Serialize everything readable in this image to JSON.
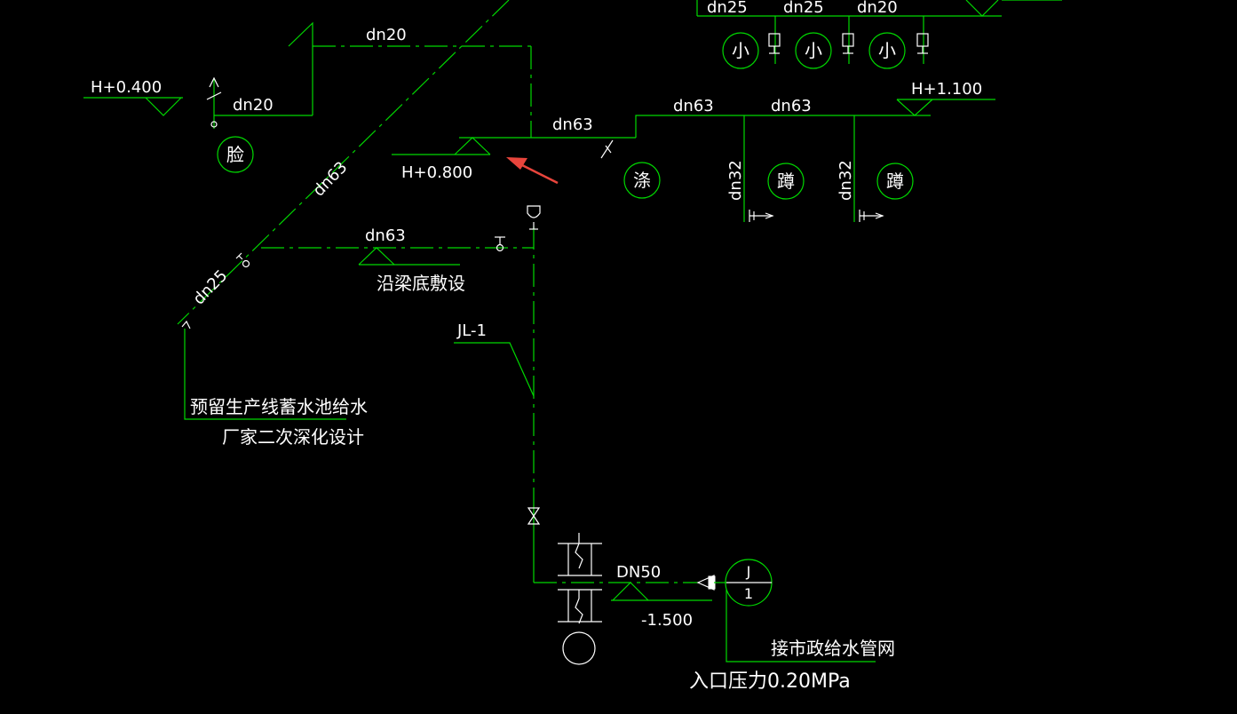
{
  "labels": {
    "top_dn25_a": "dn25",
    "top_dn25_b": "dn25",
    "top_dn20": "dn20",
    "fix_small_a": "小",
    "fix_small_b": "小",
    "fix_small_c": "小",
    "pipe_dn20_upper": "dn20",
    "elev_h0400": "H+0.400",
    "pipe_dn20_lower": "dn20",
    "fix_face": "脸",
    "pipe_dn63_main": "dn63",
    "elev_h0800": "H+0.800",
    "pipe_dn63_right_a": "dn63",
    "pipe_dn63_right_b": "dn63",
    "elev_h1100": "H+1.100",
    "fix_mop": "涤",
    "fix_squat_a": "蹲",
    "fix_squat_b": "蹲",
    "branch_dn32_a": "dn32",
    "branch_dn32_b": "dn32",
    "pipe_dn63_diag": "dn63",
    "pipe_dn63_beam": "dn63",
    "beam_note": "沿梁底敷设",
    "pipe_dn25_diag": "dn25",
    "riser_jl1": "JL-1",
    "reserve_note_1": "预留生产线蓄水池给水",
    "reserve_note_2": "厂家二次深化设计",
    "inlet_dn50": "DN50",
    "elev_m1500": "-1.500",
    "inlet_tag_top": "J",
    "inlet_tag_bottom": "1",
    "municipal_note": "接市政给水管网",
    "pressure_note": "入口压力0.20MPa"
  },
  "colors": {
    "background": "#000000",
    "pipe": "#00d800",
    "text": "#ffffff",
    "arrow": "#e8453c"
  }
}
